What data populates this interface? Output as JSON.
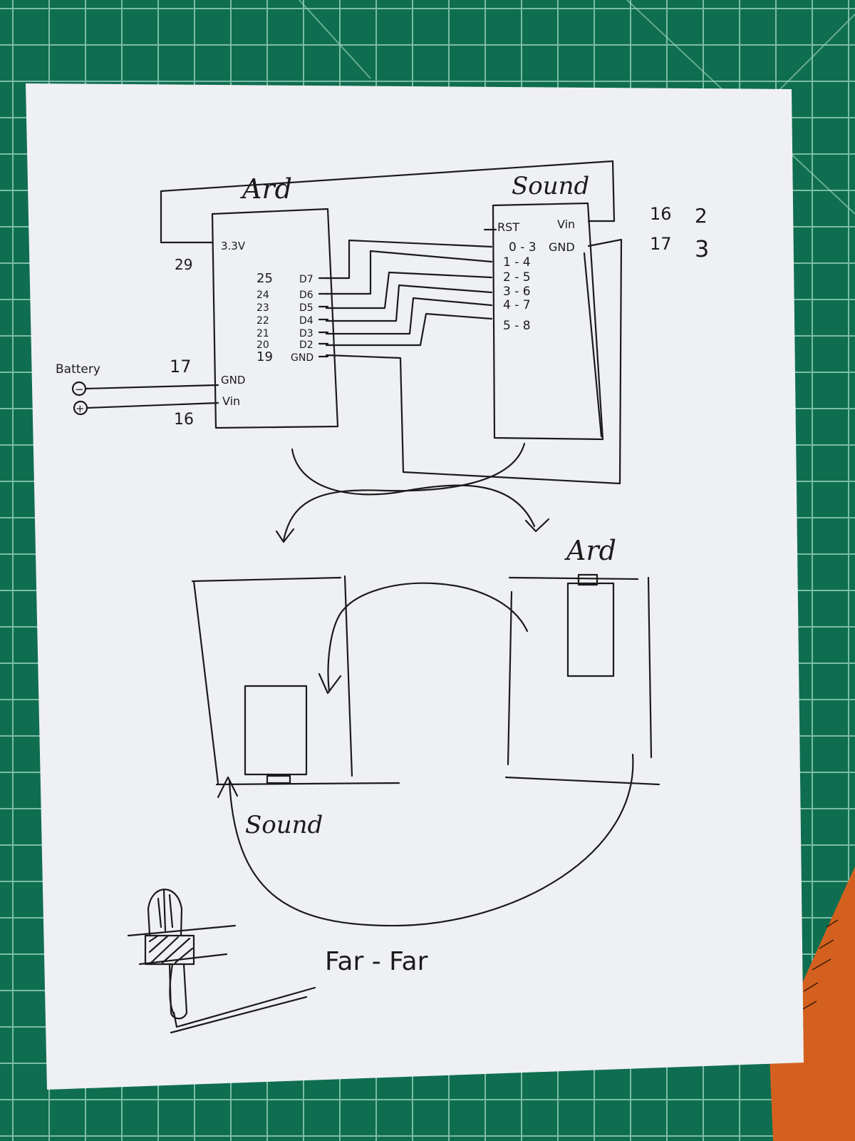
{
  "colors": {
    "mat": "#0f6e4f",
    "grid": "#9fd6c4",
    "paper": "#eef0f3",
    "ink": "#1b1b1b",
    "ruler": "#d4601f"
  },
  "schematic": {
    "arduino": {
      "title": "Ard",
      "pin_3v3": "3.3V",
      "pin_gnd": "GND",
      "pin_vin": "Vin",
      "num_29": "29",
      "num_17": "17",
      "num_16": "16",
      "digital_pins": [
        {
          "num": "25",
          "pin": "D7"
        },
        {
          "num": "24",
          "pin": "D6"
        },
        {
          "num": "23",
          "pin": "D5"
        },
        {
          "num": "22",
          "pin": "D4"
        },
        {
          "num": "21",
          "pin": "D3"
        },
        {
          "num": "20",
          "pin": "D2"
        },
        {
          "num": "19",
          "pin": "GND"
        }
      ]
    },
    "battery": {
      "label": "Battery",
      "neg": "−",
      "pos": "+"
    },
    "sound": {
      "title": "Sound",
      "pin_rst": "RST",
      "pin_vin": "Vin",
      "pin_gnd": "GND",
      "pins": [
        "0 - 3",
        "1 - 4",
        "2 - 5",
        "3 - 6",
        "4 - 7",
        "5 - 8"
      ]
    },
    "side_notes": {
      "line1_a": "16",
      "line1_b": "2",
      "line2_a": "17",
      "line2_b": "3"
    }
  },
  "assembly": {
    "ard_label": "Ard",
    "sound_label": "Sound",
    "caption": "Far - Far"
  }
}
